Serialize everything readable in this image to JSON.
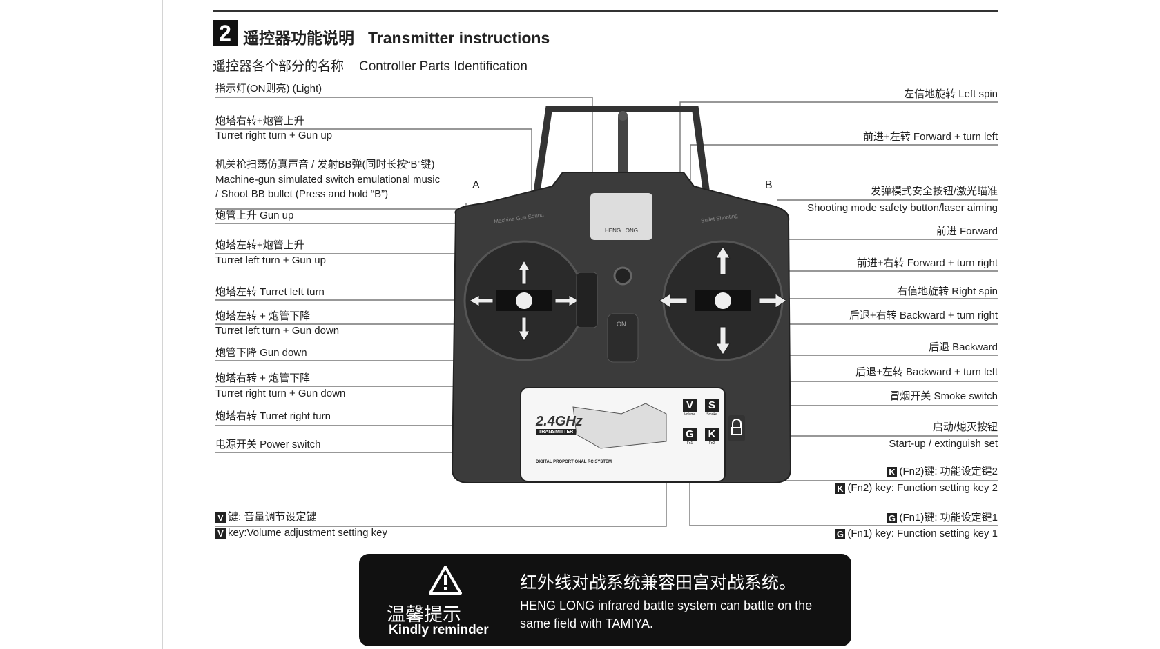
{
  "section": {
    "number": "2",
    "title_cn": "遥控器功能说明",
    "title_en": "Transmitter instructions",
    "subtitle_cn": "遥控器各个部分的名称",
    "subtitle_en": "Controller Parts Identification"
  },
  "left_labels": [
    {
      "cn": "指示灯(ON则亮) (Light)",
      "en": ""
    },
    {
      "cn": "炮塔右转+炮管上升",
      "en": "Turret right turn + Gun up"
    },
    {
      "cn": "机关枪扫荡仿真声音 / 发射BB弹(同时长按“B”键)",
      "en": "Machine-gun simulated switch emulational music",
      "en2": " / Shoot BB bullet (Press and hold “B”)"
    },
    {
      "cn": "炮管上升  Gun up",
      "en": ""
    },
    {
      "cn": "炮塔左转+炮管上升",
      "en": "Turret left turn + Gun up"
    },
    {
      "cn": "炮塔左转  Turret left turn",
      "en": ""
    },
    {
      "cn": "炮塔左转 + 炮管下降",
      "en": "Turret left turn + Gun down"
    },
    {
      "cn": "炮管下降  Gun down",
      "en": ""
    },
    {
      "cn": "炮塔右转 + 炮管下降",
      "en": "Turret right turn + Gun down"
    },
    {
      "cn": "炮塔右转  Turret right turn",
      "en": ""
    },
    {
      "cn": "电源开关  Power switch",
      "en": ""
    }
  ],
  "v_key": {
    "key": "V",
    "cn": "键: 音量调节设定键",
    "en": "key:Volume adjustment setting key"
  },
  "right_labels": [
    {
      "cn": "左信地旋转  Left spin",
      "en": ""
    },
    {
      "cn": "前进+左转    Forward + turn left",
      "en": ""
    },
    {
      "cn": "发弹模式安全按钮/激光瞄准",
      "en": "Shooting mode safety button/laser aiming"
    },
    {
      "cn": "前进    Forward",
      "en": ""
    },
    {
      "cn": "前进+右转    Forward + turn right",
      "en": ""
    },
    {
      "cn": "右信地旋转  Right spin",
      "en": ""
    },
    {
      "cn": "后退+右转    Backward + turn right",
      "en": ""
    },
    {
      "cn": "后退    Backward",
      "en": ""
    },
    {
      "cn": "后退+左转    Backward + turn left",
      "en": ""
    },
    {
      "cn": "冒烟开关  Smoke switch",
      "en": ""
    },
    {
      "cn": "启动/熄灭按钮",
      "en": "Start-up / extinguish set"
    }
  ],
  "k_key": {
    "key": "K",
    "cn": "(Fn2)键: 功能设定键2",
    "en": "(Fn2) key: Function setting key 2"
  },
  "g_key": {
    "key": "G",
    "cn": "(Fn1)键: 功能设定键1",
    "en": "(Fn1) key: Function setting key 1"
  },
  "controller": {
    "marker_a": "A",
    "marker_b": "B",
    "brand": "HENG LONG",
    "left_shoulder": "Machine Gun Sound",
    "right_shoulder": "Bullet Shooting",
    "power": "ON",
    "freq": "2.4GHz",
    "transmitter": "TRANSMITTER",
    "system": "DIGITAL PROPORTIONAL RC SYSTEM",
    "buttons": [
      {
        "key": "V",
        "caption": "Volume"
      },
      {
        "key": "S",
        "caption": "Smoke"
      },
      {
        "key": "G",
        "caption": "Fn1"
      },
      {
        "key": "K",
        "caption": "Fn2"
      }
    ]
  },
  "reminder": {
    "cn_title": "温馨提示",
    "en_title": "Kindly reminder",
    "main": "红外线对战系统兼容田宫对战系统。",
    "text": "HENG LONG infrared battle system can battle on the same field with TAMIYA."
  }
}
